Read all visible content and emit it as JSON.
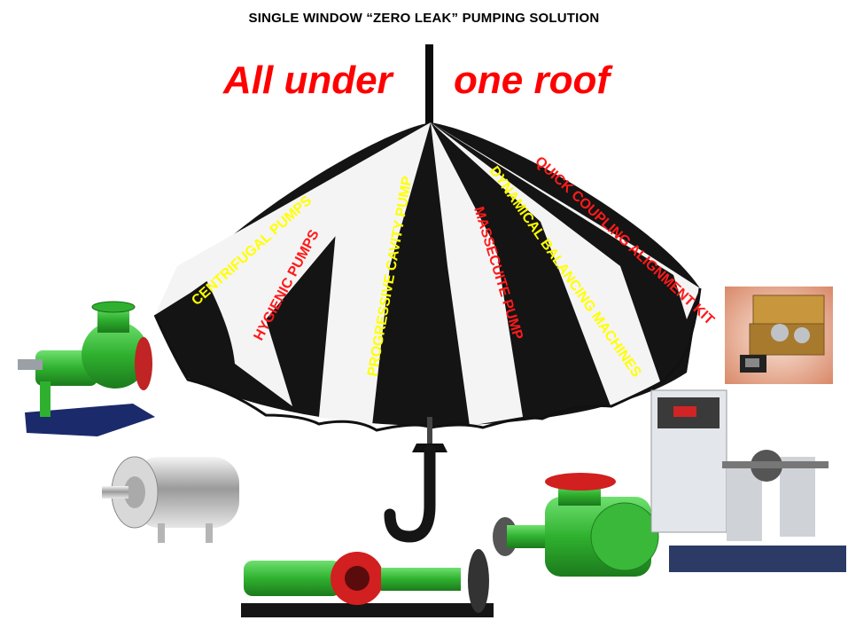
{
  "header": {
    "title": "SINGLE WINDOW “ZERO LEAK” PUMPING SOLUTION",
    "slogan_left": "All under",
    "slogan_right": "one roof"
  },
  "umbrella": {
    "panel_colors": [
      "#141414",
      "#f4f4f4"
    ],
    "labels": [
      {
        "text": "CENTRIFUGAL  PUMPS",
        "color": "#ffff00"
      },
      {
        "text": "HYGIENIC  PUMPS",
        "color": "#ff1a1a"
      },
      {
        "text": "PROGRESSIVE CAVITY PUMP",
        "color": "#ffff00"
      },
      {
        "text": "MASSECUITE PUMP",
        "color": "#ff1a1a"
      },
      {
        "text": "DYNAMICAL BALANCING MACHINES",
        "color": "#ffff00"
      },
      {
        "text": "QUICK COUPLING  ALIGNMENT KIT",
        "color": "#ff1a1a"
      }
    ]
  },
  "products": [
    {
      "name": "centrifugal-pump-image",
      "color": "#3cc43c"
    },
    {
      "name": "hygienic-pump-image",
      "color": "#c8c8c8"
    },
    {
      "name": "progressive-cavity-pump-image",
      "color": "#3cc43c"
    },
    {
      "name": "massecuite-pump-image",
      "color": "#3cc43c"
    },
    {
      "name": "balancing-machine-image",
      "color": "#d9dde2"
    },
    {
      "name": "alignment-kit-image",
      "color": "#c8963c"
    }
  ]
}
